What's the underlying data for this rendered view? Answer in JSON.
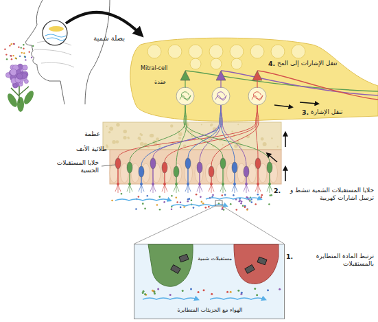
{
  "diagram": {
    "nodes": [
      {
        "text": [
          "Mitral-cell",
          "عقدة"
        ]
      },
      {
        "text": [
          "مستقبلات شمية",
          "الهواء مع الجزيئات المتطايرة"
        ]
      }
    ],
    "labels": [
      "بصلة شمية",
      "4.",
      "تنقل الإشارات إلى المخ",
      "3.",
      "تنقل الإشارة",
      "عظمة",
      "طلائية الأنف",
      "خلايا المستقبلات الحسية",
      "2.",
      "خلايا المستقبلات الشمية تنشط و ترسل اشارات كهربية",
      "1.",
      "ترتبط المادة المتطايرة بالمستقبلات"
    ]
  }
}
